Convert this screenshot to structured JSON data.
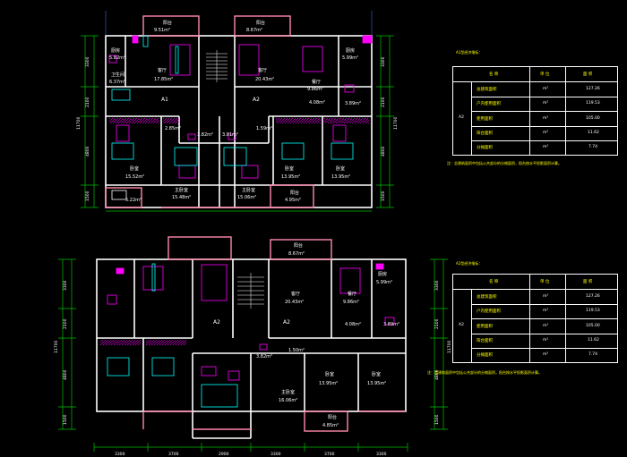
{
  "plan_top": {
    "rooms": {
      "balcony_l": {
        "name": "阳台",
        "area": "9.51m²"
      },
      "balcony_r": {
        "name": "阳台",
        "area": "8.67m²"
      },
      "kitchen_l": {
        "name": "厨房",
        "area": "5.82m²"
      },
      "bath_l": {
        "name": "卫生间",
        "area": "6.37m²"
      },
      "living_l": {
        "name": "客厅",
        "area": "17.85m²"
      },
      "living_r": {
        "name": "客厅",
        "area": "20.43m²"
      },
      "dining_r": {
        "name": "餐厅",
        "area": "9.86m²"
      },
      "kitchen_r": {
        "name": "厨房",
        "area": "5.99m²"
      },
      "small_r": {
        "area": "4.08m²"
      },
      "bath_r": {
        "area": "3.89m²"
      },
      "hall_l": {
        "area": "2.85m²"
      },
      "hall_c1": {
        "area": "3.82m²"
      },
      "hall_c2": {
        "area": "3.81m²"
      },
      "hall_r": {
        "area": "1.59m²"
      },
      "bed1": {
        "name": "卧室",
        "area": "15.52m²"
      },
      "bed2": {
        "name": "主卧室",
        "area": "15.48m²"
      },
      "bed3": {
        "name": "主卧室",
        "area": "15.06m²"
      },
      "bed4": {
        "name": "卧室",
        "area": "13.95m²"
      },
      "bed5": {
        "name": "卧室",
        "area": "13.95m²"
      },
      "bal_bl": {
        "area": "5.22m²"
      },
      "bal_br": {
        "name": "阳台",
        "area": "4.95m²"
      }
    },
    "unit_l": "A1",
    "unit_r": "A2",
    "dims_left": [
      "3300",
      "2100",
      "4800",
      "1500"
    ],
    "dim_total_left": "11700",
    "dims_right": [
      "3300",
      "2100",
      "4800",
      "1500"
    ],
    "dim_total_right": "11700"
  },
  "plan_bottom": {
    "rooms": {
      "balcony_top": {
        "name": "阳台",
        "area": "8.67m²"
      },
      "living": {
        "name": "客厅",
        "area": "20.43m²"
      },
      "dining": {
        "name": "餐厅",
        "area": "9.86m²"
      },
      "kitchen": {
        "name": "厨房",
        "area": "5.99m²"
      },
      "small": {
        "area": "4.08m²"
      },
      "bath": {
        "area": "3.89m²"
      },
      "hall1": {
        "area": "1.50m²"
      },
      "hall2": {
        "area": "3.82m²"
      },
      "master": {
        "name": "主卧室",
        "area": "16.06m²"
      },
      "bed_a": {
        "name": "卧室",
        "area": "13.95m²"
      },
      "bed_b": {
        "name": "卧室",
        "area": "13.95m²"
      },
      "bal_b": {
        "name": "阳台",
        "area": "4.85m²"
      }
    },
    "unit_a": "A2",
    "unit_b": "A2",
    "dims_left": [
      "3300",
      "2100",
      "4800",
      "1500"
    ],
    "dim_total_left": "11700",
    "dims_right": [
      "3300",
      "2100",
      "4800",
      "1500"
    ],
    "dim_total_right": "11700",
    "dims_bottom": [
      "3300",
      "3700",
      "2900",
      "3300",
      "3700",
      "3300"
    ]
  },
  "table_top": {
    "title": "A1型经济指标：",
    "headers": [
      "名 称",
      "单 位",
      "面 积"
    ],
    "unit": "A2",
    "rows": [
      {
        "name": "总建筑面积",
        "u": "m²",
        "v": "127.26"
      },
      {
        "name": "户内使用面积",
        "u": "m²",
        "v": "119.53"
      },
      {
        "name": "使用面积",
        "u": "m²",
        "v": "105.00"
      },
      {
        "name": "阳台面积",
        "u": "m²",
        "v": "11.62"
      },
      {
        "name": "分摊面积",
        "u": "m²",
        "v": "7.74"
      }
    ],
    "note": "注：总建筑面积中包括公共部分的分摊面积，阳台按水平投影面积计算。"
  },
  "table_bottom": {
    "title": "A2型经济指标：",
    "headers": [
      "名 称",
      "单 位",
      "面 积"
    ],
    "unit": "A2",
    "rows": [
      {
        "name": "总建筑面积",
        "u": "m²",
        "v": "127.26"
      },
      {
        "name": "户内使用面积",
        "u": "m²",
        "v": "119.53"
      },
      {
        "name": "使用面积",
        "u": "m²",
        "v": "105.00"
      },
      {
        "name": "阳台面积",
        "u": "m²",
        "v": "11.62"
      },
      {
        "name": "分摊面积",
        "u": "m²",
        "v": "7.74"
      }
    ],
    "note": "注：总建筑面积中包括公共部分的分摊面积，阳台按水平投影面积计算。"
  },
  "colors": {
    "wall": "#ffffff",
    "window": "#ff88aa",
    "furniture": "#ff00ff",
    "fixture": "#00ffff",
    "dimension": "#00c000",
    "text": "#ffff00",
    "grid": "#4080ff"
  }
}
